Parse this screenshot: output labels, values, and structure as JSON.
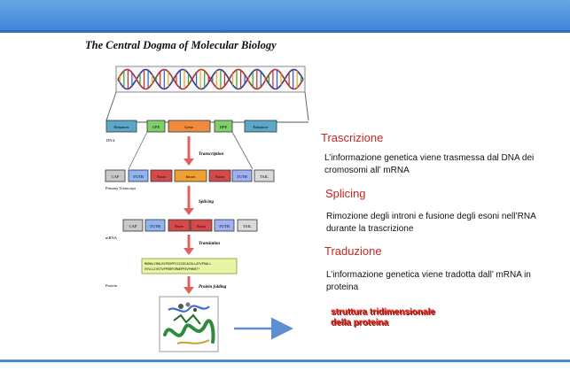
{
  "diagram": {
    "title": "The Central Dogma of Molecular Biology",
    "gene_row": {
      "left_label": "Enhancer",
      "boxes": [
        "UPE",
        "Gene",
        "DPE"
      ],
      "right_label": "Enhancer",
      "side": "DNA"
    },
    "step1": "Transcription",
    "primary_row": {
      "boxes": [
        "CAP",
        "5'UTR",
        "Exon",
        "Intron",
        "Exon",
        "3'UTR",
        "TAIL"
      ],
      "side": "Primary Transcript"
    },
    "step2": "Splicing",
    "mrna_row": {
      "boxes": [
        "CAP",
        "5'UTR",
        "Exon",
        "Exon",
        "3'UTR",
        "TAIL"
      ],
      "side": "mRNA"
    },
    "step3": "Translation",
    "sequence": [
      "MGMALCRGLRCPSVPPCCCCSCACSLLATVPSALL",
      "VVVLLIVVTVPPSRPCRWEPPSVPHKRT*"
    ],
    "step4": "Protein folding",
    "protein_side": "Protein"
  },
  "steps": [
    {
      "heading": "Trascrizione",
      "text": "L’informazione genetica viene trasmessa dal DNA dei cromosomi all’ mRNA"
    },
    {
      "heading": "Splicing",
      "text": "Rimozione degli introni e fusione degli esoni nell’RNA durante la trascrizione"
    },
    {
      "heading": "Traduzione",
      "text": "L’informazione genetica viene tradotta dall’ mRNA in proteina"
    }
  ],
  "protein_label": "struttura tridimensionale della proteina",
  "colors": {
    "header_bar": "#4a8ad6",
    "heading": "#c8261f",
    "enhancer": "#5aa7c8",
    "upe": "#7fcf6a",
    "gene": "#f08a3c",
    "cap": "#c9c9c9",
    "utr5": "#8fb4f0",
    "exon": "#d44a4a",
    "intron": "#f0a030",
    "utr3": "#9fb0f5",
    "tail": "#d9d9d9",
    "arrow": "#e06060"
  }
}
